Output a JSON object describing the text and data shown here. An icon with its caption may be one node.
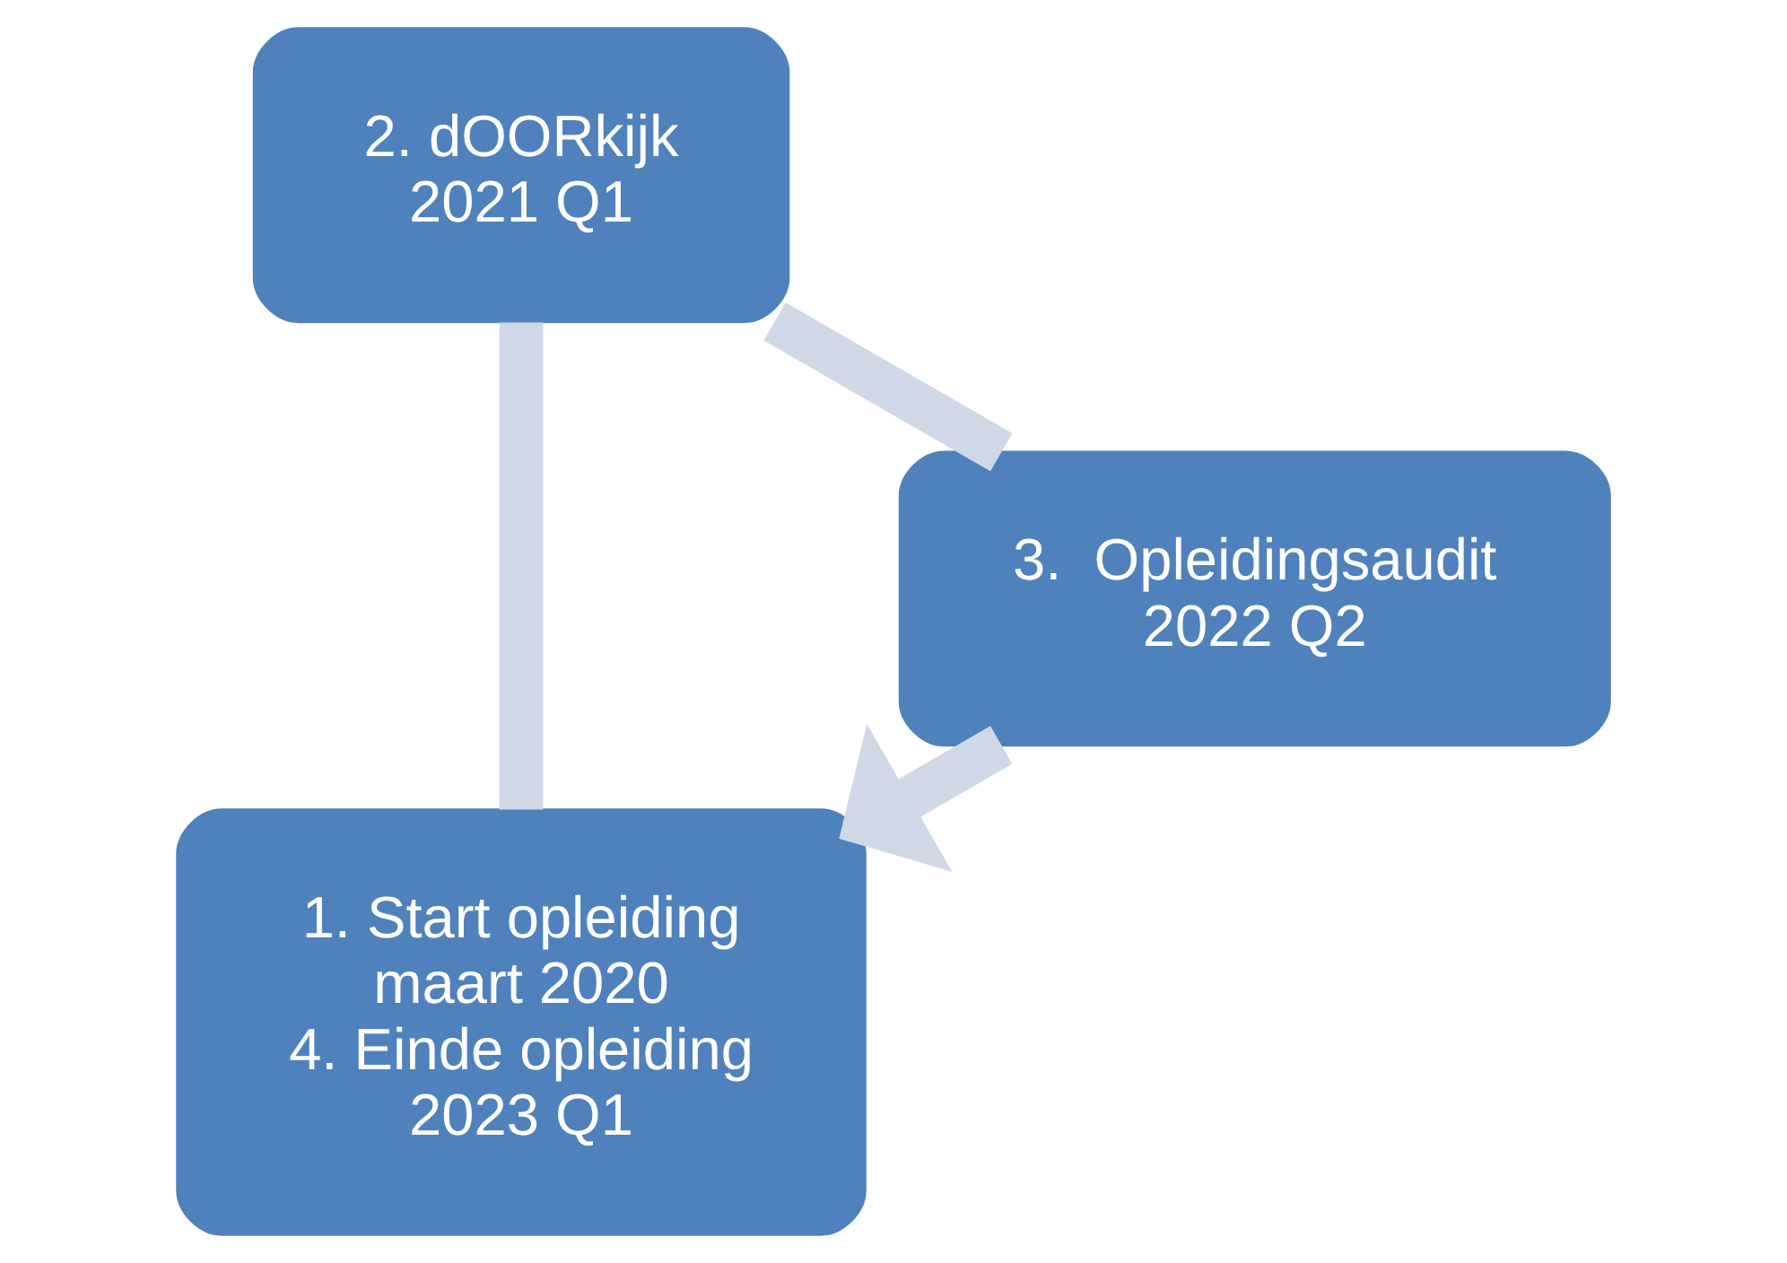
{
  "diagram": {
    "nodes": [
      {
        "text": [
          "1. Start opleiding",
          "maart 2020",
          "4. Einde opleiding",
          "2023 Q1"
        ]
      },
      {
        "text": [
          "2. dOORkijk",
          "2021 Q1"
        ]
      },
      {
        "text": [
          "3.  Opleidingsaudit",
          "2022 Q2"
        ]
      }
    ],
    "edges": [
      {
        "from": 0,
        "to": 1,
        "arrow": "none"
      },
      {
        "from": 1,
        "to": 2,
        "arrow": "none"
      },
      {
        "from": 2,
        "to": 0,
        "arrow": "to"
      }
    ]
  }
}
